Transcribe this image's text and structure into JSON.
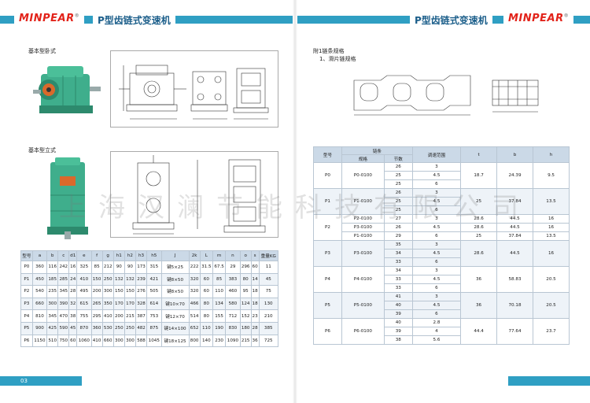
{
  "header": {
    "logo": "MINPEAR",
    "logo_mark": "®",
    "title": "P型齿链式变速机"
  },
  "left": {
    "section1": "基本型卧式",
    "section2": "基本型立式",
    "page_no": "03",
    "dim_table": {
      "columns": [
        "型号",
        "a",
        "b",
        "c",
        "d1",
        "e",
        "f",
        "g",
        "h1",
        "h2",
        "h3",
        "h5",
        "J",
        "2k",
        "L",
        "m",
        "n",
        "o",
        "s",
        "重量KG"
      ],
      "rows": [
        [
          "P0",
          "360",
          "116",
          "242",
          "16",
          "325",
          "85",
          "212",
          "90",
          "90",
          "173",
          "315",
          "键5×25",
          "222",
          "31.5",
          "67.5",
          "29",
          "296",
          "60",
          "11",
          ""
        ],
        [
          "P1",
          "450",
          "185",
          "285",
          "24",
          "410",
          "150",
          "250",
          "132",
          "132",
          "239",
          "421",
          "键8×50",
          "320",
          "60",
          "85",
          "383",
          "80",
          "14",
          "45"
        ],
        [
          "P2",
          "540",
          "235",
          "345",
          "28",
          "495",
          "200",
          "300",
          "150",
          "150",
          "276",
          "505",
          "键8×50",
          "320",
          "60",
          "110",
          "460",
          "95",
          "18",
          "75"
        ],
        [
          "P3",
          "660",
          "300",
          "390",
          "32",
          "615",
          "265",
          "350",
          "170",
          "170",
          "328",
          "614",
          "键10×70",
          "466",
          "80",
          "134",
          "580",
          "124",
          "18",
          "130"
        ],
        [
          "P4",
          "810",
          "345",
          "470",
          "38",
          "755",
          "295",
          "410",
          "200",
          "215",
          "387",
          "753",
          "键12×70",
          "514",
          "80",
          "155",
          "712",
          "152",
          "23",
          "210"
        ],
        [
          "P5",
          "900",
          "425",
          "590",
          "45",
          "870",
          "360",
          "530",
          "250",
          "250",
          "482",
          "875",
          "键14×100",
          "652",
          "110",
          "190",
          "830",
          "180",
          "28",
          "385"
        ],
        [
          "P6",
          "1150",
          "510",
          "750",
          "60",
          "1060",
          "410",
          "660",
          "300",
          "300",
          "588",
          "1045",
          "键18×125",
          "800",
          "140",
          "230",
          "1090",
          "215",
          "36",
          "725"
        ]
      ]
    }
  },
  "right": {
    "appendix_title": "附1链条规格",
    "appendix_sub": "1、滑片链规格",
    "page_no": "",
    "chain_table": {
      "h_model": "型号",
      "h_chain": "链条",
      "h_spec": "规格",
      "h_pitch": "节数",
      "h_range": "调速范围",
      "h_t": "t",
      "h_b": "b",
      "h_h": "h",
      "groups": [
        {
          "model": "P0",
          "spec": "P0-0100",
          "rows": [
            [
              "26",
              "3"
            ],
            [
              "25",
              "4.5"
            ],
            [
              "25",
              "6"
            ]
          ],
          "t": "18.7",
          "b": "24.39",
          "h": "9.5"
        },
        {
          "model": "P1",
          "spec": "P1-0100",
          "rows": [
            [
              "26",
              "3"
            ],
            [
              "25",
              "4.5"
            ],
            [
              "25",
              "6"
            ]
          ],
          "t": "25",
          "b": "37.84",
          "h": "13.5"
        },
        {
          "model": "P2",
          "spec_rows": [
            [
              "P2-0100",
              "27",
              "3",
              "28.6",
              "44.5",
              "16"
            ],
            [
              "P3-0100",
              "26",
              "4.5",
              "28.6",
              "44.5",
              "16"
            ],
            [
              "P1-0100",
              "29",
              "6",
              "25",
              "37.84",
              "13.5"
            ]
          ]
        },
        {
          "model": "P3",
          "spec": "P3-0100",
          "rows": [
            [
              "35",
              "3"
            ],
            [
              "34",
              "4.5"
            ],
            [
              "33",
              "6"
            ]
          ],
          "t": "28.6",
          "b": "44.5",
          "h": "16"
        },
        {
          "model": "P4",
          "spec": "P4-0100",
          "rows": [
            [
              "34",
              "3"
            ],
            [
              "33",
              "4.5"
            ],
            [
              "33",
              "6"
            ]
          ],
          "t": "36",
          "b": "58.83",
          "h": "20.5"
        },
        {
          "model": "P5",
          "spec": "P5-0100",
          "rows": [
            [
              "41",
              "3"
            ],
            [
              "40",
              "4.5"
            ],
            [
              "39",
              "6"
            ]
          ],
          "t": "36",
          "b": "70.18",
          "h": "20.5"
        },
        {
          "model": "P6",
          "spec": "P6-0100",
          "rows": [
            [
              "40",
              "2.8"
            ],
            [
              "39",
              "4"
            ],
            [
              "38",
              "5.6"
            ]
          ],
          "t": "44.4",
          "b": "77.64",
          "h": "23.7"
        }
      ]
    }
  },
  "watermark": "上海汉澜节能科技有限公司",
  "colors": {
    "band": "#2f9fc3",
    "logo": "#e2231a",
    "machine": "#3fae8c",
    "title": "#1b5e8a"
  }
}
